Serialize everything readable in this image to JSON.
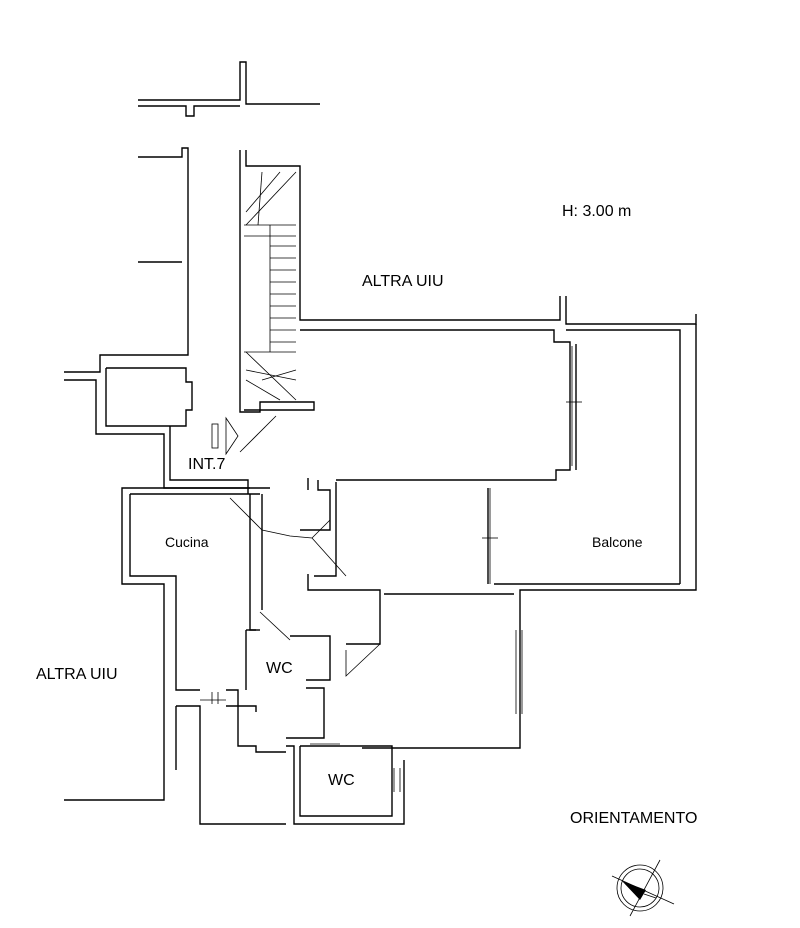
{
  "labels": {
    "height": "H: 3.00 m",
    "altra_uiu_top": "ALTRA UIU",
    "altra_uiu_left": "ALTRA UIU",
    "int": "INT.7",
    "cucina": "Cucina",
    "balcone": "Balcone",
    "wc1": "WC",
    "wc2": "WC",
    "orientamento": "ORIENTAMENTO"
  },
  "icons": {
    "compass": "compass-north-arrow-icon"
  }
}
